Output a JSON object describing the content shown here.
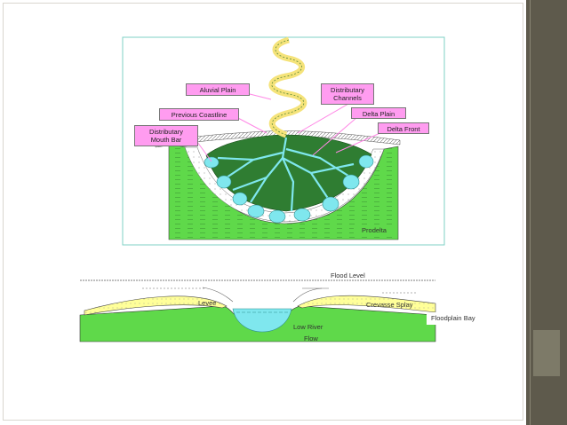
{
  "upper_diagram": {
    "labels": {
      "alluvial_plain": "Aluvial Plain",
      "distributary_channels": "Distributary\nChannels",
      "previous_coastline": "Previous Coastline",
      "delta_plain": "Delta Plain",
      "delta_front": "Delta Front",
      "distributary_mouth_bar": "Distributary\nMouth Bar",
      "prodelta": "Prodelta"
    }
  },
  "lower_diagram": {
    "labels": {
      "flood_level": "Flood Level",
      "levee": "Levee",
      "crevasse_splay": "Crevasse Splay",
      "floodplain_bay": "Floodplain Bay",
      "low_river": "Low  River",
      "flow": "Flow"
    }
  },
  "colors": {
    "label_box": "#ff9cf0",
    "basin_green": "#5fd94a",
    "delta_dark_green": "#2f7d32",
    "channel_cyan": "#7fe7ee",
    "sand_yellow": "#ffff99",
    "sidebar": "#5e5a4c"
  }
}
